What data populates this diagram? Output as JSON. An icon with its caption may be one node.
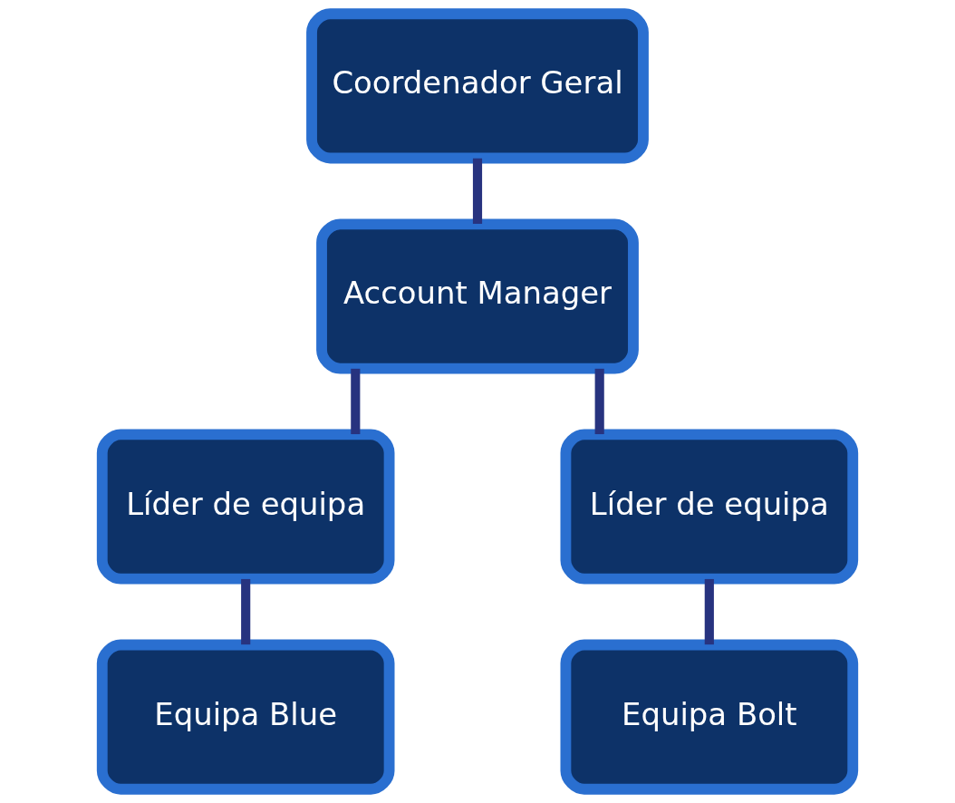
{
  "diagram": {
    "nodes": [
      {
        "text": [
          "Coordenador Geral"
        ]
      },
      {
        "text": [
          "Account Manager"
        ]
      },
      {
        "text": [
          "Líder de equipa"
        ]
      },
      {
        "text": [
          "Líder de equipa"
        ]
      },
      {
        "text": [
          "Equipa Blue"
        ]
      },
      {
        "text": [
          "Equipa Bolt"
        ]
      }
    ],
    "edges": [
      {
        "from": 0,
        "to": 1,
        "arrow": "none"
      },
      {
        "from": 1,
        "to": 2,
        "arrow": "none"
      },
      {
        "from": 1,
        "to": 3,
        "arrow": "none"
      },
      {
        "from": 2,
        "to": 4,
        "arrow": "none"
      },
      {
        "from": 3,
        "to": 5,
        "arrow": "none"
      }
    ]
  }
}
